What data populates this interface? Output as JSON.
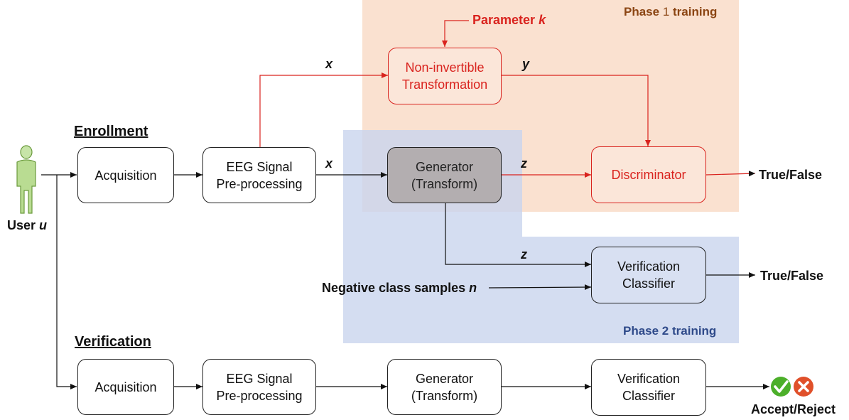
{
  "regions": {
    "phase1_label_prefix": "Phase ",
    "phase1_num": "1",
    "phase1_label_suffix": " training",
    "phase2_label": "Phase 2 training"
  },
  "sections": {
    "enrollment": "Enrollment",
    "verification": "Verification"
  },
  "user": {
    "label_prefix": "User ",
    "label_var": "u"
  },
  "boxes": {
    "acq1": "Acquisition",
    "pre1": "EEG Signal\nPre-processing",
    "nit": "Non-invertible\nTransformation",
    "gen1": "Generator\n(Transform)",
    "disc": "Discriminator",
    "ver1": "Verification\nClassifier",
    "acq2": "Acquisition",
    "pre2": "EEG Signal\nPre-processing",
    "gen2": "Generator\n(Transform)",
    "ver2": "Verification\nClassifier"
  },
  "labels": {
    "x_top": "x",
    "x_mid": "x",
    "y": "y",
    "z_top": "z",
    "z_mid": "z",
    "param_prefix": "Parameter ",
    "param_var": "k",
    "negative_prefix": "Negative class samples ",
    "negative_var": "n",
    "out1": "True/False",
    "out2": "True/False",
    "accept": "Accept/Reject"
  },
  "colors": {
    "phase1_fill": "#fbe2d2",
    "phase2_fill": "#d2dcf0",
    "red": "#d9231e",
    "check": "#4caf2a",
    "cross": "#e0502a"
  },
  "icons": [
    "user-figure-icon",
    "check-icon",
    "cross-icon"
  ]
}
